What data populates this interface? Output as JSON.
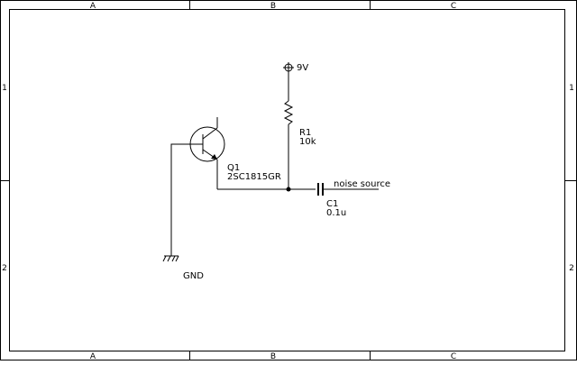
{
  "sheet": {
    "columns": [
      "A",
      "B",
      "C"
    ],
    "rows": [
      "1",
      "2"
    ]
  },
  "components": {
    "q1": {
      "ref": "Q1",
      "value": "2SC1815GR"
    },
    "r1": {
      "ref": "R1",
      "value": "10k"
    },
    "c1": {
      "ref": "C1",
      "value": "0.1u"
    }
  },
  "power": {
    "supply_label": "9V",
    "ground_label": "GND"
  },
  "nets": {
    "output_label": "noise source"
  },
  "colors": {
    "wire": "#000000",
    "background": "#ffffff"
  }
}
